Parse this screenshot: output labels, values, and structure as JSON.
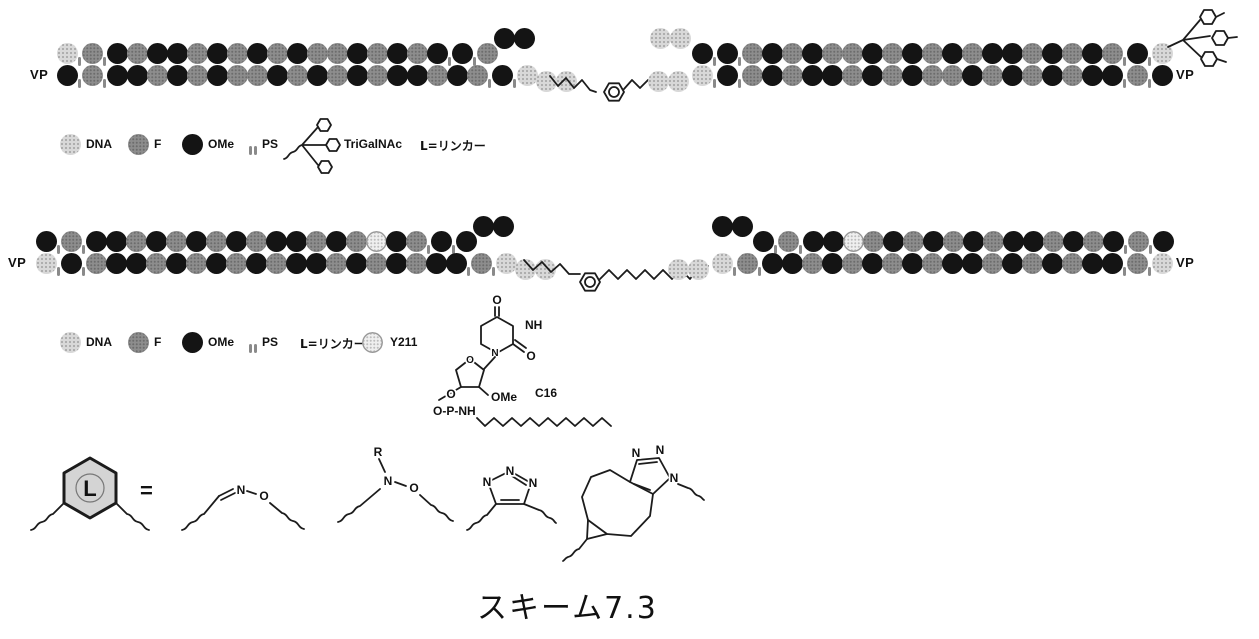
{
  "palette": {
    "dna": "#d8d8d8",
    "f": "#8d8d8d",
    "ome": "#141414",
    "y211": "#efefef",
    "ps": "#8a8a8a",
    "ink": "#1c1c1c"
  },
  "legend_icons": {
    "dna": "D",
    "f": "F",
    "ome": "M",
    "ps": "pp",
    "y211": "Y"
  },
  "figure1": {
    "left_duplex": {
      "vp_label": "VP",
      "top_strand": "DpFpMFMMFMFMFMFFMFMFMpMpF",
      "top_overhang": "MM",
      "bottom_strand": "MpFpMMFMFMFFMFMFMFMMFMFpMpD",
      "bottom_tail": "DD"
    },
    "right_duplex": {
      "vp_label": "VP",
      "lead_overhang": "DD",
      "top_strand": "MpMpFMFMFFMFMFMFMMFMFMFpMpD",
      "bottom_strand": "DpMpFMFMMFMFMFFMFMFMFMMpFpM",
      "bottom_tail": "DD"
    }
  },
  "legend1": {
    "dna": "DNA",
    "f": "F",
    "ome": "OMe",
    "ps": "PS",
    "trigalnac": "TriGalNAc",
    "linker_note": "L=リンカー"
  },
  "figure2": {
    "left_duplex": {
      "vp_label": "VP",
      "top_strand": "MpFpMMFMFMFMFMMFMFYMFpMpM",
      "top_overhang": "MM",
      "bottom_strand": "DpMpFMMFMFMFMFMMFMFMFMMpFpD",
      "bottom_tail": "DD"
    },
    "right_duplex": {
      "vp_label": "VP",
      "lead_overhang": "MM",
      "top_strand": "MpFpMMYFMFMFMFMMFMFMpFpM",
      "bottom_strand": "DpFpMMFMFMFMFMMFMFMFMMpFpD",
      "bottom_tail": "DD"
    }
  },
  "legend2": {
    "dna": "DNA",
    "f": "F",
    "ome": "OMe",
    "ps": "PS",
    "linker_note": "L=リンカー",
    "y211": "Y211"
  },
  "c16_structure": {
    "uracil_o_top": "O",
    "uracil_nh": "NH",
    "uracil_o_right": "O",
    "uracil_n": "N",
    "sugar_o": "O",
    "ome": "OMe",
    "phosphate_o": "O",
    "phosphate_row": "O-P-NH",
    "chain_label": "C16"
  },
  "linker_panel": {
    "l_label": "L",
    "equals": "=",
    "oxime": {
      "n": "N",
      "o": "O"
    },
    "aminoxy": {
      "r": "R",
      "n": "N",
      "o": "O"
    },
    "triazole": {
      "n1": "N",
      "n2": "N",
      "n3": "N"
    },
    "bcn": {
      "n1": "N",
      "n2": "N",
      "n3": "N"
    }
  },
  "caption": "スキーム7.3"
}
